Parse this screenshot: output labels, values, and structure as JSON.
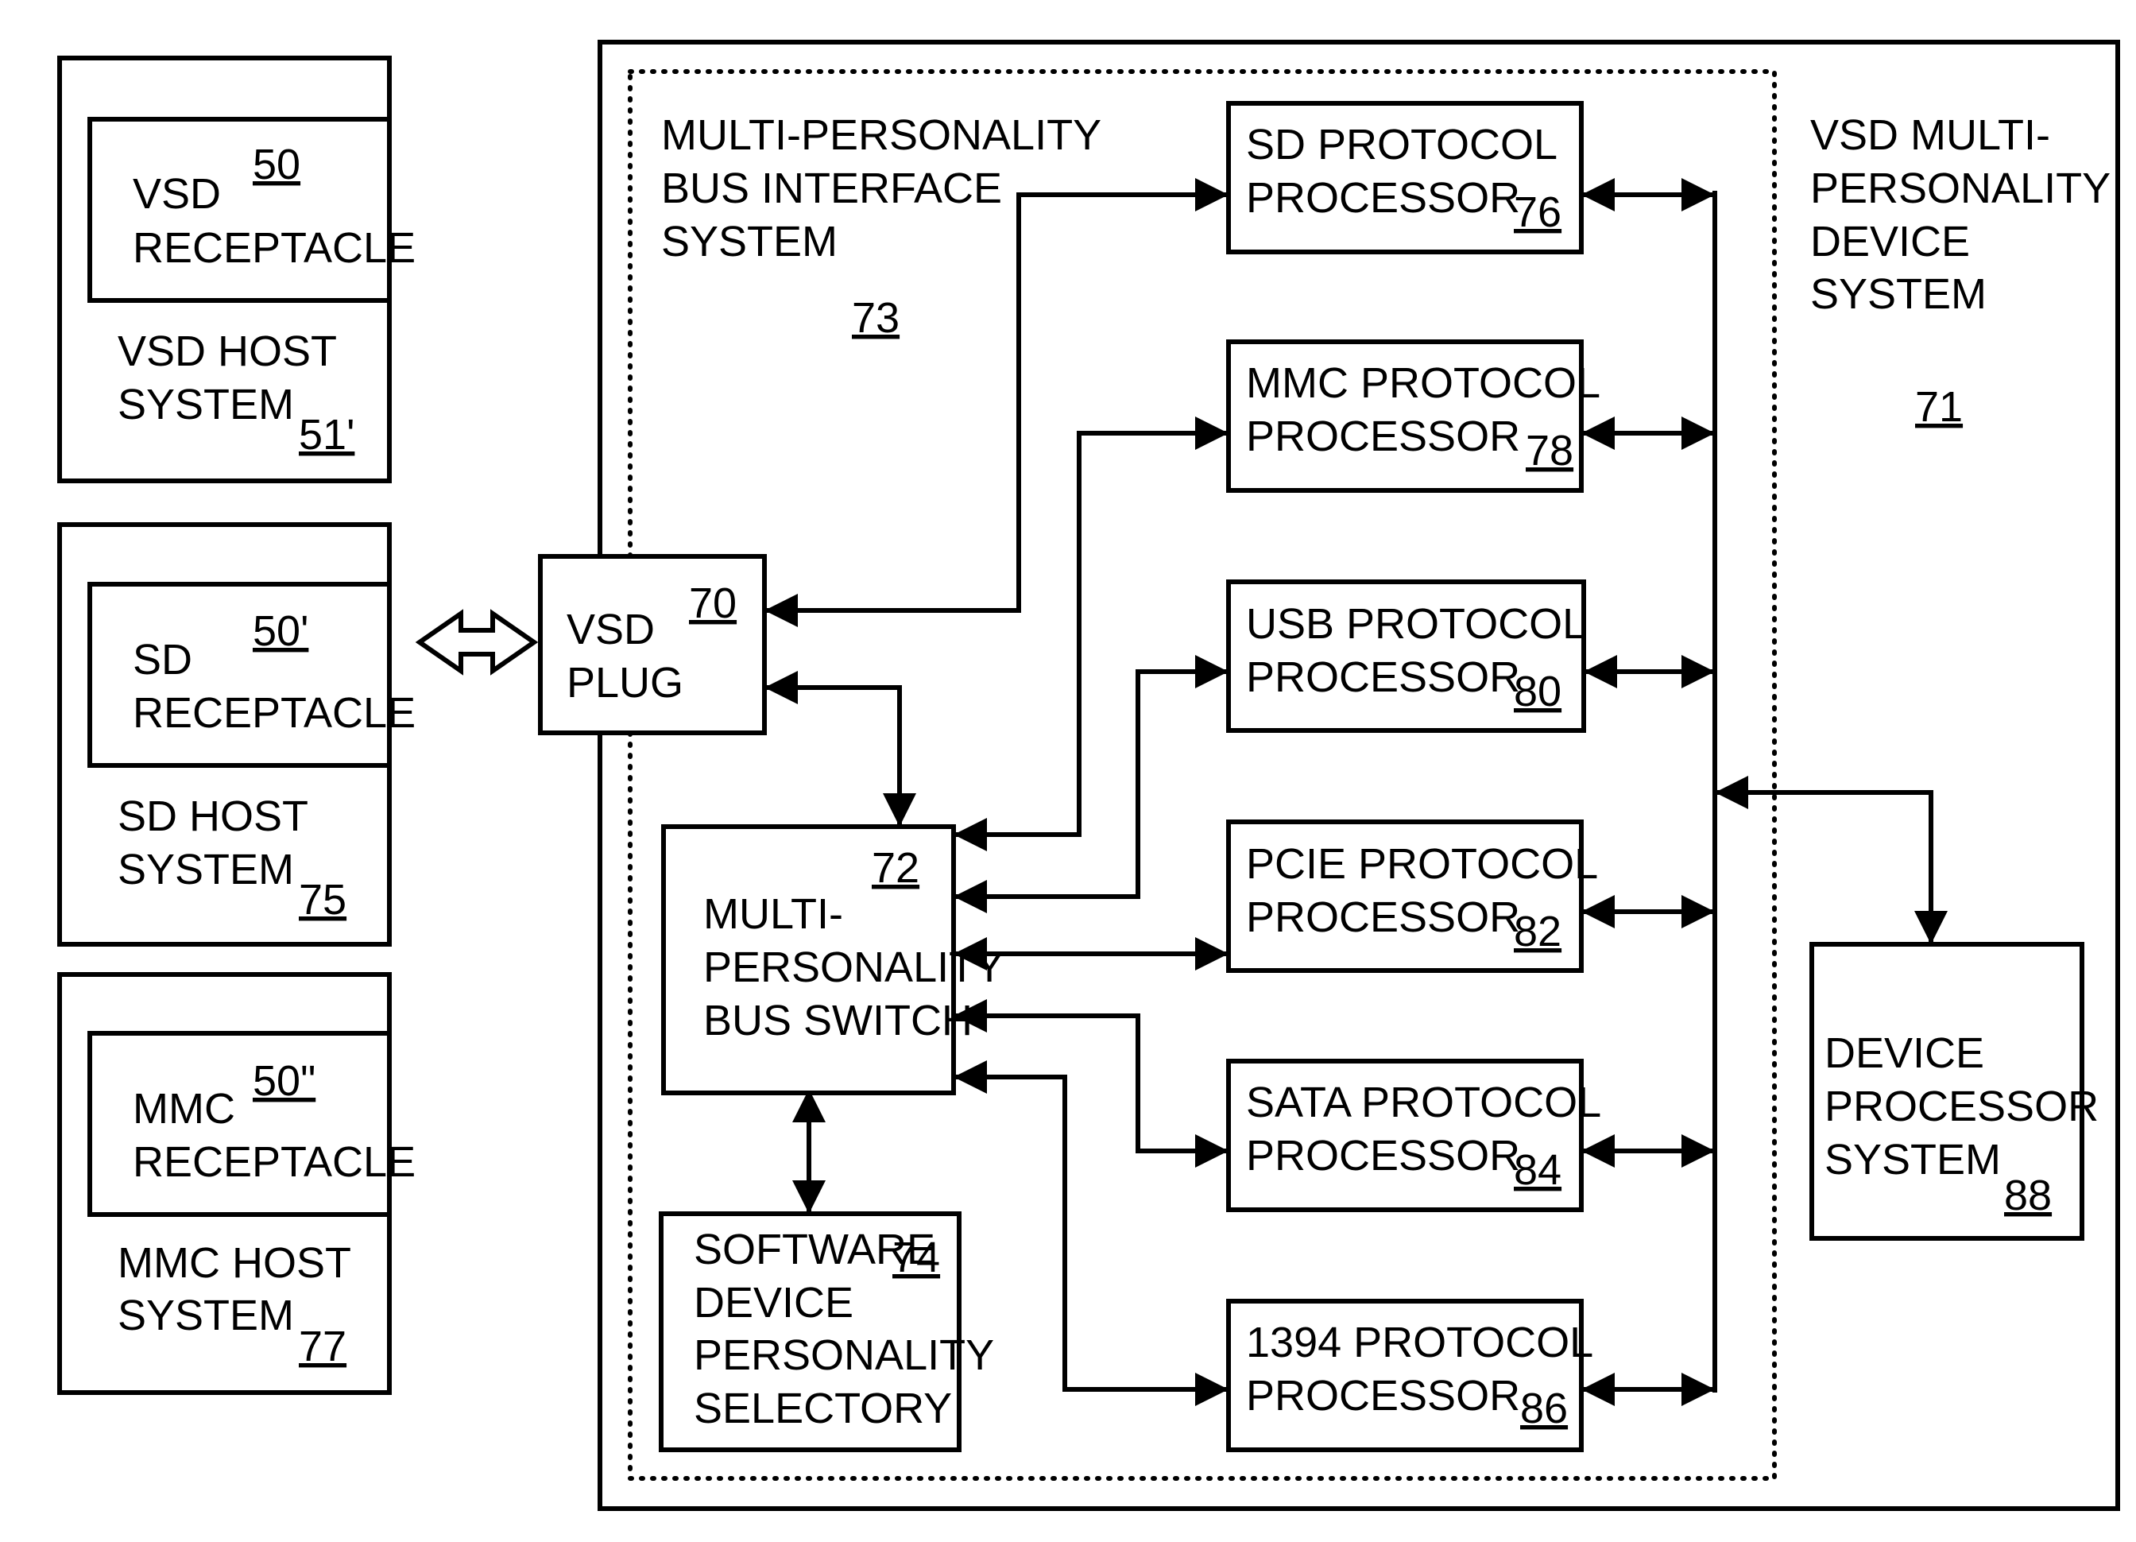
{
  "hosts": [
    {
      "receptacle_line1": "VSD",
      "receptacle_line2": "RECEPTACLE",
      "receptacle_ref": "50",
      "host_line1": "VSD HOST",
      "host_line2": "SYSTEM",
      "host_ref": "51'"
    },
    {
      "receptacle_line1": "SD",
      "receptacle_line2": "RECEPTACLE",
      "receptacle_ref": "50'",
      "host_line1": "SD HOST",
      "host_line2": "SYSTEM",
      "host_ref": "75"
    },
    {
      "receptacle_line1": "MMC",
      "receptacle_line2": "RECEPTACLE",
      "receptacle_ref": "50\"",
      "host_line1": "MMC HOST",
      "host_line2": "SYSTEM",
      "host_ref": "77"
    }
  ],
  "plug": {
    "line1": "VSD",
    "line2": "PLUG",
    "ref": "70"
  },
  "interface": {
    "line1": "MULTI-PERSONALITY",
    "line2": "BUS INTERFACE",
    "line3": "SYSTEM",
    "ref": "73"
  },
  "device_system": {
    "line1": "VSD MULTI-",
    "line2": "PERSONALITY",
    "line3": "DEVICE",
    "line4": "SYSTEM",
    "ref": "71"
  },
  "bus_switch": {
    "line1": "MULTI-",
    "line2": "PERSONALITY",
    "line3": "BUS SWITCH",
    "ref": "72"
  },
  "selector": {
    "line1": "SOFTWARE",
    "line2": "DEVICE",
    "line3": "PERSONALITY",
    "line4": "SELECTORY",
    "ref": "74"
  },
  "processors": [
    {
      "line1": "SD PROTOCOL",
      "line2": "PROCESSOR",
      "ref": "76"
    },
    {
      "line1": "MMC PROTOCOL",
      "line2": "PROCESSOR",
      "ref": "78"
    },
    {
      "line1": "USB PROTOCOL",
      "line2": "PROCESSOR",
      "ref": "80"
    },
    {
      "line1": "PCIE PROTOCOL",
      "line2": "PROCESSOR",
      "ref": "82"
    },
    {
      "line1": "SATA PROTOCOL",
      "line2": "PROCESSOR",
      "ref": "84"
    },
    {
      "line1": "1394 PROTOCOL",
      "line2": "PROCESSOR",
      "ref": "86"
    }
  ],
  "device_processor": {
    "line1": "DEVICE",
    "line2": "PROCESSOR",
    "line3": "SYSTEM",
    "ref": "88"
  }
}
